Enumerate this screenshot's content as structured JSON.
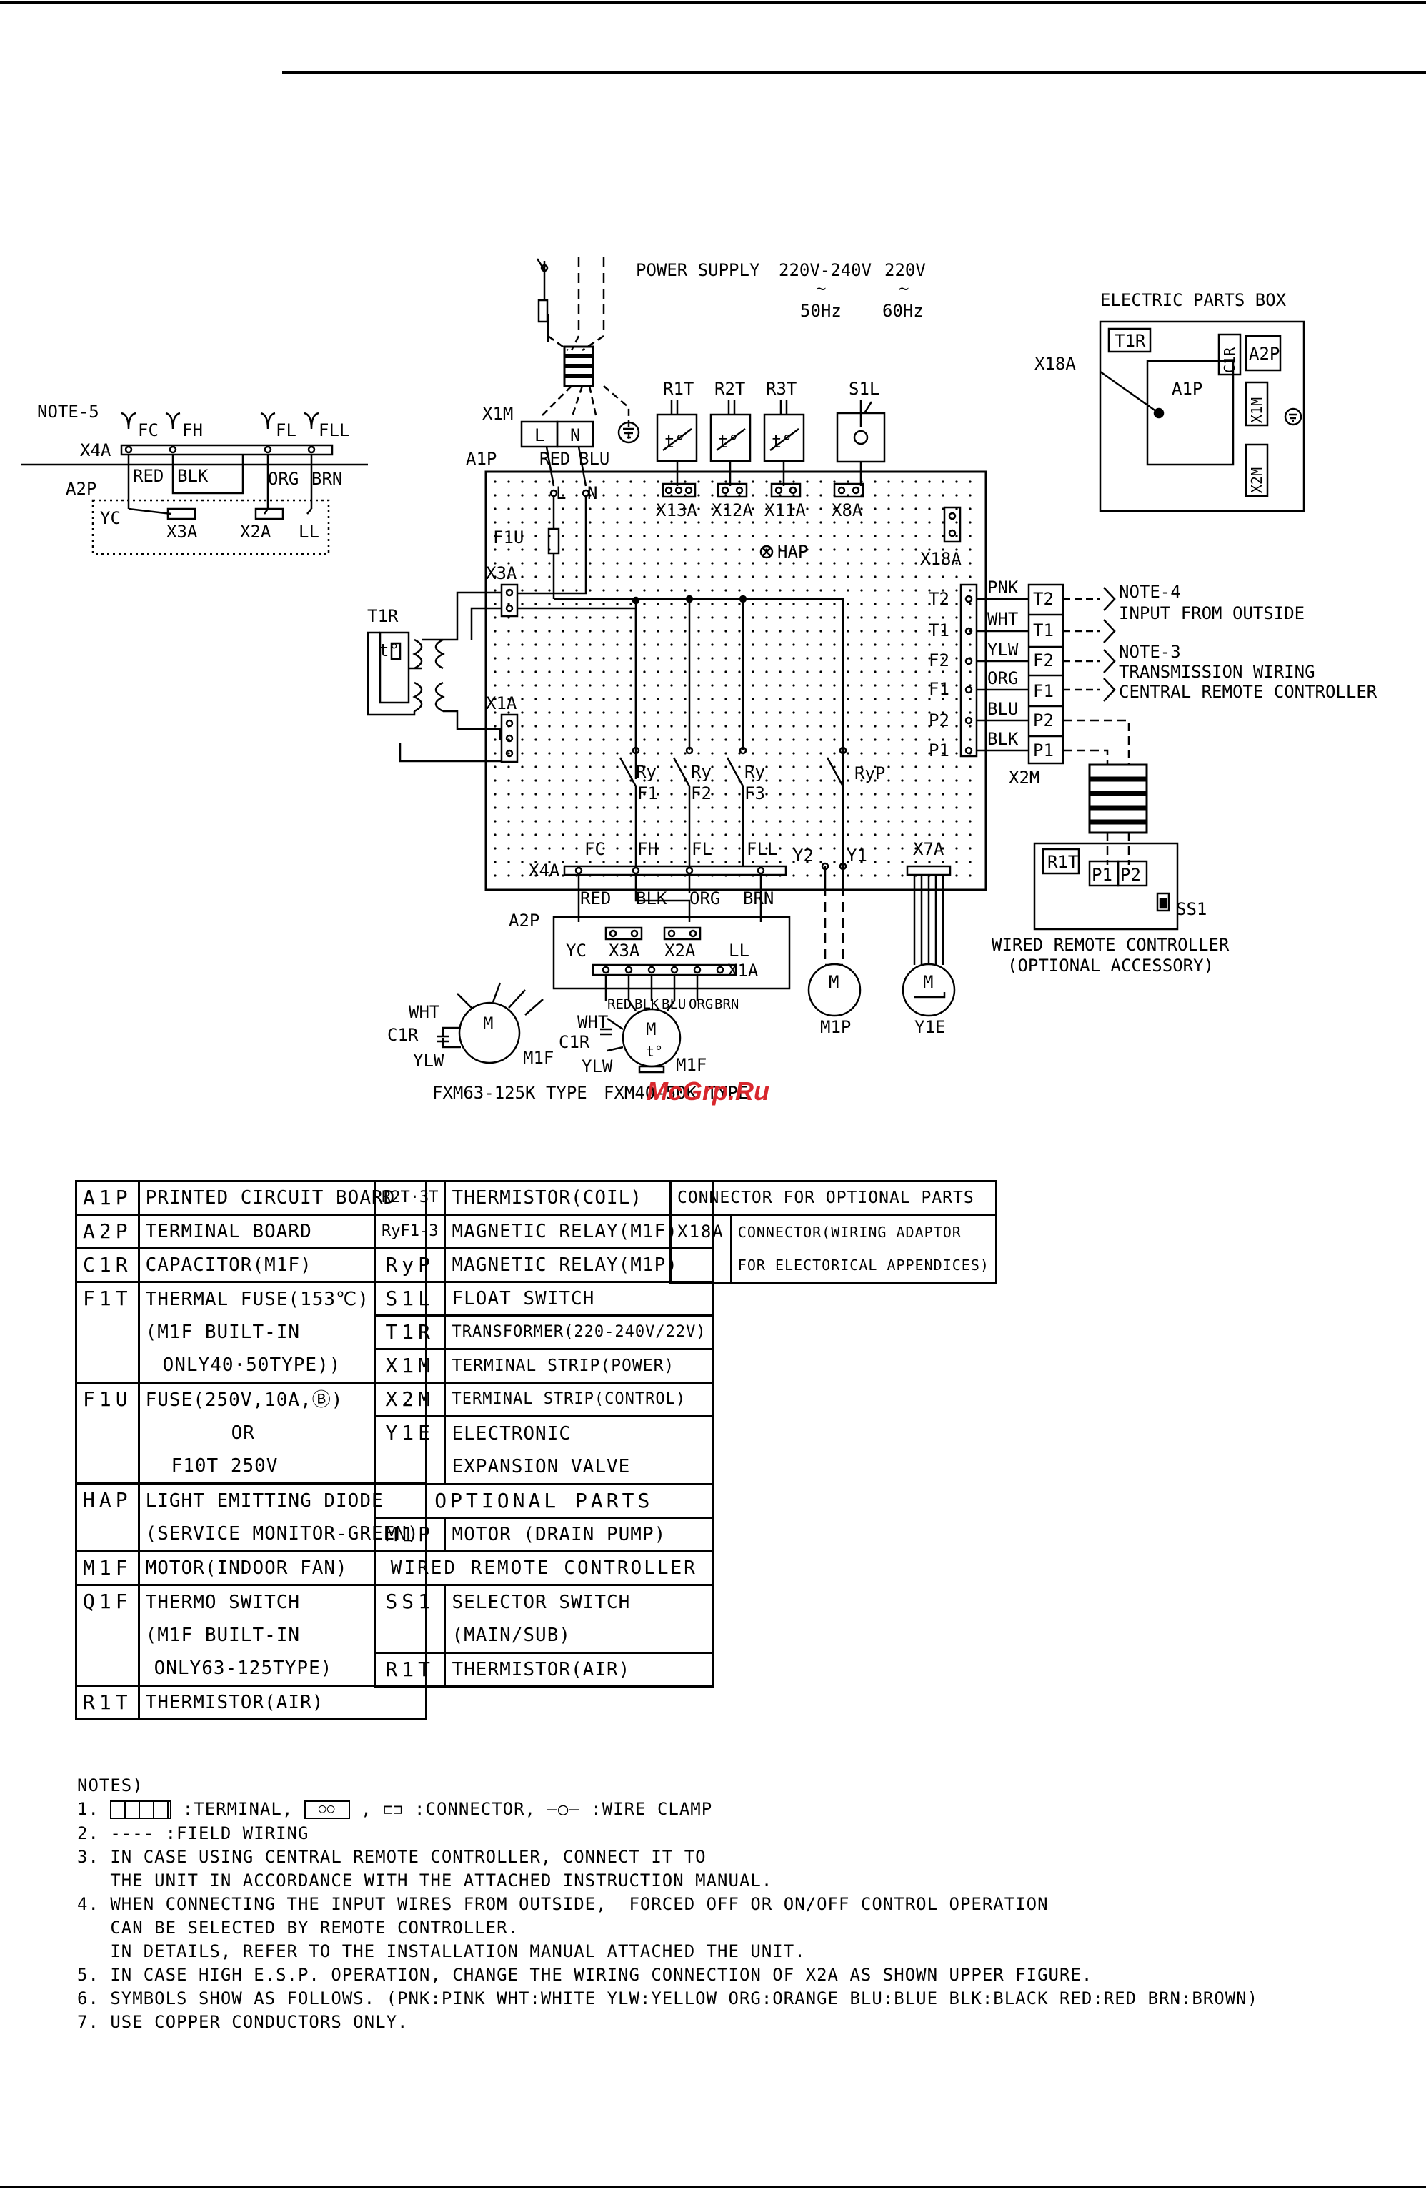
{
  "diagram": {
    "power_supply": "POWER SUPPLY",
    "ps_voltage_1": "220V-240V",
    "ps_voltage_2": "220V",
    "ps_tilde_1": "~",
    "ps_tilde_2": "~",
    "ps_freq_1": "50Hz",
    "ps_freq_2": "60Hz",
    "epb_title": "ELECTRIC PARTS BOX",
    "epb_t1r": "T1R",
    "epb_x18a": "X18A",
    "epb_a1p": "A1P",
    "epb_c1r": "C1R",
    "epb_a2p": "A2P",
    "epb_x1m": "X1M",
    "epb_x2m": "X2M",
    "note5": "NOTE-5",
    "n5_x4a": "X4A",
    "n5_a2p": "A2P",
    "n5_fc": "FC",
    "n5_fh": "FH",
    "n5_fl": "FL",
    "n5_fll": "FLL",
    "n5_red": "RED",
    "n5_blk": "BLK",
    "n5_org": "ORG",
    "n5_brn": "BRN",
    "n5_yc": "YC",
    "n5_x3a": "X3A",
    "n5_x2a": "X2A",
    "n5_ll": "LL",
    "x1m": "X1M",
    "term_l": "L",
    "term_n": "N",
    "wire_red": "RED",
    "wire_blu": "BLU",
    "a1p": "A1P",
    "r1t": "R1T",
    "r2t": "R2T",
    "r3t": "R3T",
    "s1l": "S1L",
    "th_t1": "t°",
    "th_t2": "t°",
    "th_t3": "t°",
    "x13a": "X13A",
    "x12a": "X12A",
    "x11a": "X11A",
    "x8a": "X8A",
    "pcb_l": "L",
    "pcb_n": "N",
    "f1u": "F1U",
    "hap": "HAP",
    "x18a": "X18A",
    "x3a": "X3A",
    "t1r": "T1R",
    "t1r_t": "t°",
    "x1a": "X1A",
    "pcb_t2": "T2",
    "pcb_t1": "T1",
    "pcb_f2": "F2",
    "pcb_f1": "F1",
    "pcb_p2": "P2",
    "pcb_p1": "P1",
    "w_pnk": "PNK",
    "w_wht": "WHT",
    "w_ylw": "YLW",
    "w_org": "ORG",
    "w_blu": "BLU",
    "w_blk": "BLK",
    "x2m_t2": "T2",
    "x2m_t1": "T1",
    "x2m_f2": "F2",
    "x2m_f1": "F1",
    "x2m_p2": "P2",
    "x2m_p1": "P1",
    "x2m": "X2M",
    "note4": "NOTE-4",
    "note4_desc": "INPUT FROM OUTSIDE",
    "note3": "NOTE-3",
    "note3_desc1": "TRANSMISSION WIRING",
    "note3_desc2": "CENTRAL REMOTE CONTROLLER",
    "ry": "Ry",
    "ry_2": "Ry",
    "ry_3": "Ry",
    "ryf1": "F1",
    "ryf2": "F2",
    "ryf3": "F3",
    "ryp": "RyP",
    "x4a": "X4A",
    "x4a_fc": "FC",
    "x4a_fh": "FH",
    "x4a_fl": "FL",
    "x4a_fll": "FLL",
    "y2": "Y2",
    "y1": "Y1",
    "x7a": "X7A",
    "a2p": "A2P",
    "a2p_red": "RED",
    "a2p_blk": "BLK",
    "a2p_org": "ORG",
    "a2p_brn": "BRN",
    "a2p_yc": "YC",
    "a2p_x3a": "X3A",
    "a2p_x2a": "X2A",
    "a2p_ll": "LL",
    "a2p_x1a": "X1A",
    "mini_red": "RED",
    "mini_blk": "BLK",
    "mini_blu": "BLU",
    "mini_org": "ORG",
    "mini_brn": "BRN",
    "motor_m": "M",
    "m1f_wht_1": "WHT",
    "m1f_wht_2": "WHT",
    "m1f_ylw_1": "YLW",
    "m1f_ylw_2": "YLW",
    "m1f_c1r_1": "C1R",
    "m1f_c1r_2": "C1R",
    "m1f_1": "M1F",
    "m1f_2": "M1F",
    "m1f_tdeg": "t°",
    "m1p": "M1P",
    "y1e": "Y1E",
    "type_63": "FXM63-125K TYPE",
    "type_40": "FXM40-50K TYPE",
    "wrc_r1t": "R1T",
    "wrc_p1": "P1",
    "wrc_p2": "P2",
    "wrc_ss1": "SS1",
    "wrc_title": "WIRED REMOTE CONTROLLER",
    "wrc_sub": "(OPTIONAL ACCESSORY)"
  },
  "legend": {
    "a1p_code": "A1P",
    "a1p_desc": "PRINTED CIRCUIT BOARD",
    "a2p_code": "A2P",
    "a2p_desc": "TERMINAL BOARD",
    "c1r_code": "C1R",
    "c1r_desc": "CAPACITOR(M1F)",
    "f1t_code": "F1T",
    "f1t_desc_1": "THERMAL FUSE(153℃)",
    "f1t_desc_2": "(M1F BUILT-IN",
    "f1t_desc_3": "ONLY40·50TYPE))",
    "f1u_code": "F1U",
    "f1u_desc_1": "FUSE(250V,10A,Ⓑ)",
    "f1u_desc_2": "OR",
    "f1u_desc_3": "F10T 250V",
    "hap_code": "HAP",
    "hap_desc_1": "LIGHT EMITTING DIODE",
    "hap_desc_2": "(SERVICE MONITOR-GREEN)",
    "m1f_code": "M1F",
    "m1f_desc": "MOTOR(INDOOR FAN)",
    "q1f_code": "Q1F",
    "q1f_desc_1": "THERMO SWITCH",
    "q1f_desc_2": "(M1F BUILT-IN",
    "q1f_desc_3": "ONLY63-125TYPE)",
    "r1t_code": "R1T",
    "r1t_desc": "THERMISTOR(AIR)",
    "r23t_code": "R2T·3T",
    "r23t_desc": "THERMISTOR(COIL)",
    "ryf_code": "RyF1-3",
    "ryf_desc": "MAGNETIC RELAY(M1F)",
    "ryp_code": "RyP",
    "ryp_desc": "MAGNETIC RELAY(M1P)",
    "s1l_code": "S1L",
    "s1l_desc": "FLOAT SWITCH",
    "t1r_code": "T1R",
    "t1r_desc": "TRANSFORMER(220-240V/22V)",
    "x1m_code": "X1M",
    "x1m_desc": "TERMINAL STRIP(POWER)",
    "x2m_code": "X2M",
    "x2m_desc": "TERMINAL STRIP(CONTROL)",
    "y1e_code": "Y1E",
    "y1e_desc_1": "ELECTRONIC",
    "y1e_desc_2": "EXPANSION VALVE",
    "optional_parts": "OPTIONAL PARTS",
    "m1p_code": "M1P",
    "m1p_desc": "MOTOR (DRAIN PUMP)",
    "wrc": "WIRED REMOTE CONTROLLER",
    "ss1_code": "SS1",
    "ss1_desc_1": "SELECTOR SWITCH",
    "ss1_desc_2": "(MAIN/SUB)",
    "r1t2_code": "R1T",
    "r1t2_desc": "THERMISTOR(AIR)",
    "conn_title": "CONNECTOR FOR OPTIONAL PARTS",
    "x18a_code": "X18A",
    "x18a_desc_1": "CONNECTOR(WIRING ADAPTOR",
    "x18a_desc_2": "FOR ELECTORICAL APPENDICES)"
  },
  "notes": {
    "title": "NOTES)",
    "n1_a": "1. ",
    "n1_b": " :TERMINAL, ",
    "n1_c": " , ",
    "n1_d": " :CONNECTOR, ",
    "n1_e": " :WIRE CLAMP",
    "n2": "2. ---- :FIELD WIRING",
    "n3_1": "3. IN CASE USING CENTRAL REMOTE CONTROLLER, CONNECT IT TO",
    "n3_2": "   THE UNIT IN ACCORDANCE WITH THE ATTACHED INSTRUCTION MANUAL.",
    "n4_1": "4. WHEN CONNECTING THE INPUT WIRES FROM OUTSIDE,  FORCED OFF OR ON/OFF CONTROL OPERATION",
    "n4_2": "   CAN BE SELECTED BY REMOTE CONTROLLER.",
    "n4_3": "   IN DETAILS, REFER TO THE INSTALLATION MANUAL ATTACHED THE UNIT.",
    "n5": "5. IN CASE HIGH E.S.P. OPERATION, CHANGE THE WIRING CONNECTION OF X2A AS SHOWN UPPER FIGURE.",
    "n6": "6. SYMBOLS SHOW AS FOLLOWS. (PNK:PINK WHT:WHITE YLW:YELLOW ORG:ORANGE BLU:BLUE BLK:BLACK RED:RED BRN:BROWN)",
    "n7": "7. USE COPPER CONDUCTORS ONLY."
  },
  "watermark": "McGrp.Ru",
  "colors": {
    "ink": "#000000",
    "watermark": "#d8272d",
    "paper": "#ffffff"
  }
}
